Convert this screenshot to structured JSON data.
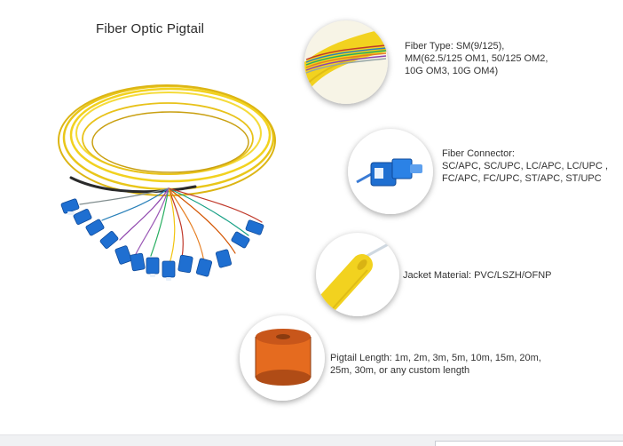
{
  "title": "Fiber Optic Pigtail",
  "colors": {
    "jacket_yellow": "#f2d21f",
    "connector_blue": "#1f6fd1",
    "spool_orange": "#e56b1f"
  },
  "features": [
    {
      "icon": "fiber-bundle-icon",
      "text": "Fiber Type: SM(9/125),\nMM(62.5/125 OM1, 50/125 OM2,\n10G OM3, 10G OM4)"
    },
    {
      "icon": "sc-connector-icon",
      "text": "Fiber Connector:\nSC/APC, SC/UPC, LC/APC, LC/UPC ,\nFC/APC, FC/UPC, ST/APC, ST/UPC"
    },
    {
      "icon": "jacket-tube-icon",
      "text": "Jacket Material: PVC/LSZH/OFNP"
    },
    {
      "icon": "cable-spool-icon",
      "text": "Pigtail Length: 1m, 2m, 3m, 5m, 10m, 15m, 20m,\n25m, 30m, or any custom length"
    }
  ]
}
